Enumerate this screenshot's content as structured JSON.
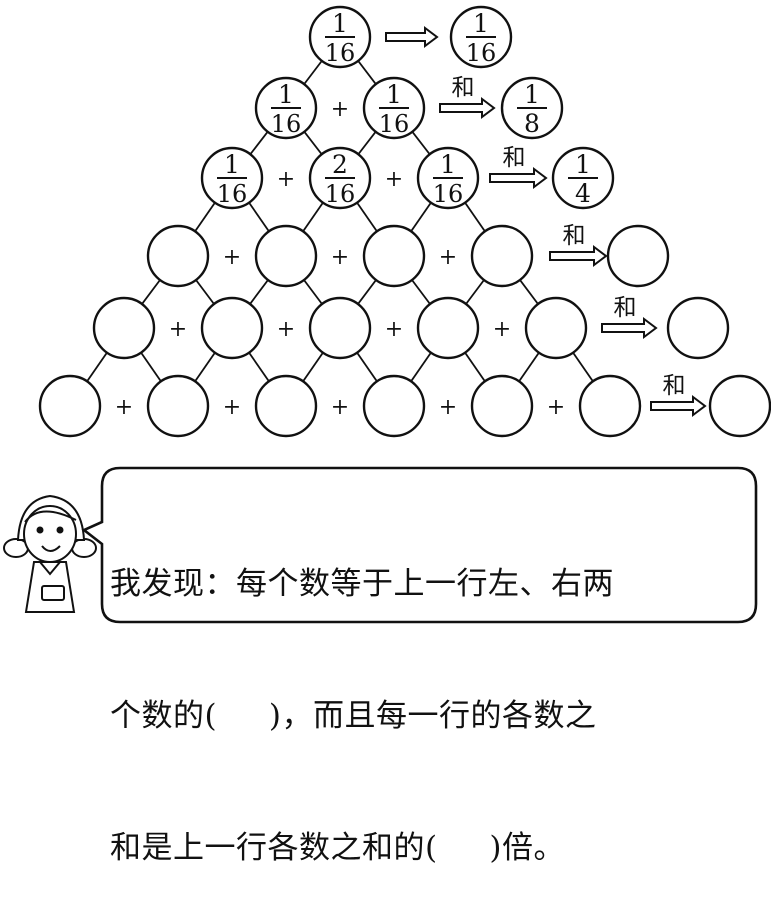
{
  "rows": [
    {
      "cells": [
        {
          "num": "1",
          "den": "16"
        }
      ],
      "sum": {
        "num": "1",
        "den": "16"
      },
      "sum_label": ""
    },
    {
      "cells": [
        {
          "num": "1",
          "den": "16"
        },
        {
          "num": "1",
          "den": "16"
        }
      ],
      "sum": {
        "num": "1",
        "den": "8"
      },
      "sum_label": "和"
    },
    {
      "cells": [
        {
          "num": "1",
          "den": "16"
        },
        {
          "num": "2",
          "den": "16"
        },
        {
          "num": "1",
          "den": "16"
        }
      ],
      "sum": {
        "num": "1",
        "den": "4"
      },
      "sum_label": "和"
    },
    {
      "cells": [
        {},
        {},
        {},
        {}
      ],
      "sum": {},
      "sum_label": "和"
    },
    {
      "cells": [
        {},
        {},
        {},
        {},
        {}
      ],
      "sum": {},
      "sum_label": "和"
    },
    {
      "cells": [
        {},
        {},
        {},
        {},
        {},
        {}
      ],
      "sum": {},
      "sum_label": "和"
    }
  ],
  "plus_sign": "+",
  "speech": {
    "line1": "我发现：每个数等于上一行左、右两",
    "line2": "个数的(     )，而且每一行的各数之",
    "line3": "和是上一行各数之和的(     )倍。"
  }
}
